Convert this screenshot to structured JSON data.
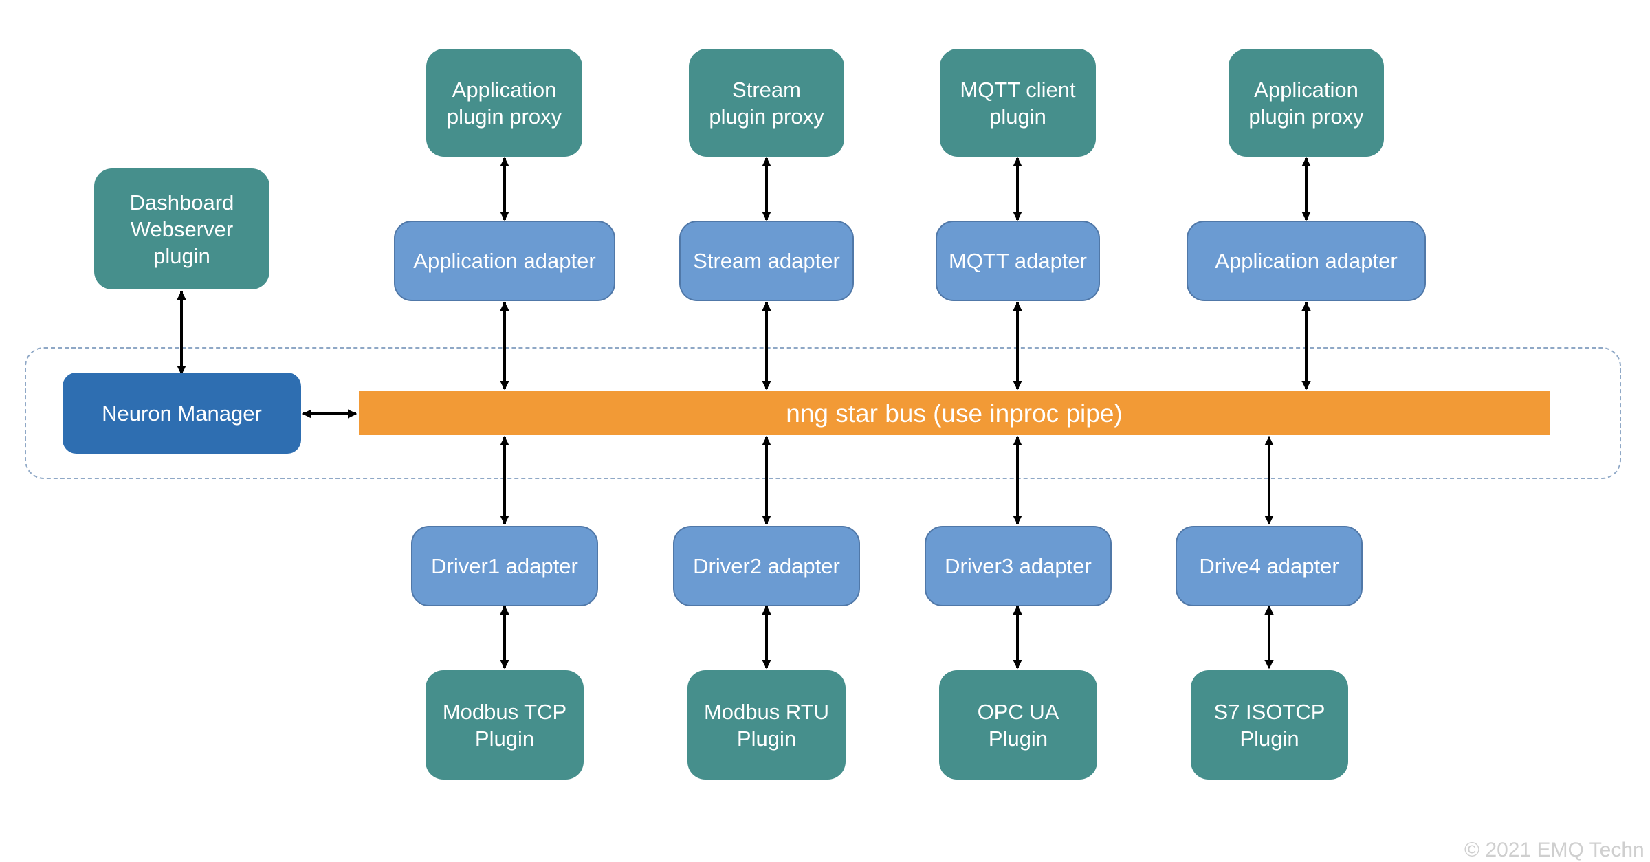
{
  "colors": {
    "plugin": "#468f8c",
    "adapter": "#6b9bd2",
    "manager": "#2e6eb1",
    "bus": "#f29a36",
    "arrow": "#000000",
    "dashed_border": "#8fa8c6"
  },
  "bus": {
    "label": "nng star bus (use inproc pipe)"
  },
  "manager": {
    "label": "Neuron Manager"
  },
  "dashboard": {
    "label": "Dashboard\nWebserver\nplugin"
  },
  "north": {
    "plugins": [
      "Application\nplugin proxy",
      "Stream\nplugin proxy",
      "MQTT client\nplugin",
      "Application\nplugin proxy"
    ],
    "adapters": [
      "Application adapter",
      "Stream  adapter",
      "MQTT adapter",
      "Application adapter"
    ]
  },
  "south": {
    "adapters": [
      "Driver1 adapter",
      "Driver2 adapter",
      "Driver3 adapter",
      "Drive4 adapter"
    ],
    "plugins": [
      "Modbus TCP\nPlugin",
      "Modbus RTU\nPlugin",
      "OPC UA\nPlugin",
      "S7 ISOTCP\nPlugin"
    ]
  },
  "copyright": "© 2021 EMQ Techn"
}
